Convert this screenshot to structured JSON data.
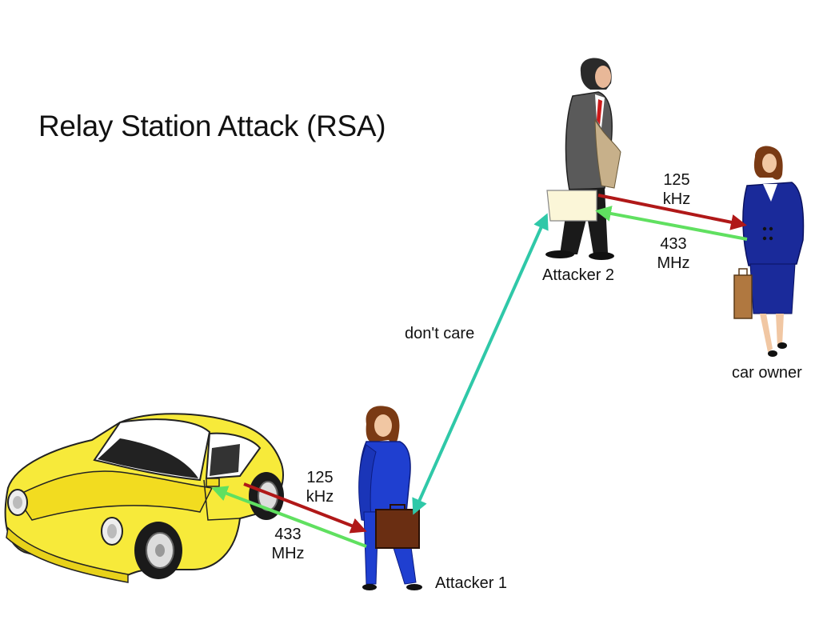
{
  "title": "Relay Station Attack (RSA)",
  "labels": {
    "attacker1": "Attacker 1",
    "attacker2": "Attacker 2",
    "car_owner": "car owner",
    "relay_link": "don't care"
  },
  "links": {
    "car_attacker1": {
      "low_value": "125",
      "low_unit": "kHz",
      "high_value": "433",
      "high_unit": "MHz"
    },
    "attacker2_owner": {
      "low_value": "125",
      "low_unit": "kHz",
      "high_value": "433",
      "high_unit": "MHz"
    }
  },
  "colors": {
    "low_freq_arrow": "#b01818",
    "high_freq_arrow": "#60e060",
    "relay_arrow": "#2fc8a8",
    "car_body": "#f7ea3a",
    "attacker1_suit": "#1f3fd0",
    "owner_suit": "#1a2a9a",
    "attacker2_suit": "#5a5a5a"
  }
}
